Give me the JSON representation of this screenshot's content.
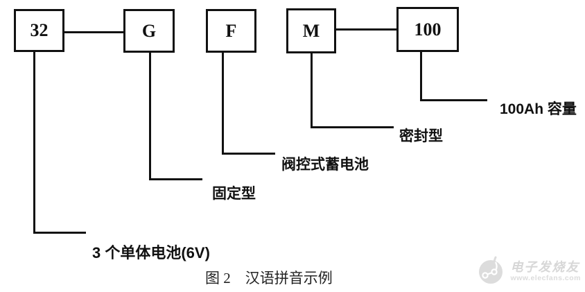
{
  "diagram": {
    "title": "battery model designation diagram",
    "boxes": [
      {
        "code": "32"
      },
      {
        "code": "G"
      },
      {
        "code": "F"
      },
      {
        "code": "M"
      },
      {
        "code": "100"
      }
    ],
    "labels": {
      "capacity": "100Ah 容量",
      "sealed": "密封型",
      "valve": "阀控式蓄电池",
      "fixed": "固定型",
      "cells": "3 个单体电池(6V)"
    },
    "connections": [
      {
        "from": "32",
        "to": "G"
      },
      {
        "from": "M",
        "to": "100"
      }
    ],
    "leader_lines": [
      {
        "box": "32",
        "label": "3 个单体电池(6V)"
      },
      {
        "box": "G",
        "label": "固定型"
      },
      {
        "box": "F",
        "label": "阀控式蓄电池"
      },
      {
        "box": "M",
        "label": "密封型"
      },
      {
        "box": "100",
        "label": "100Ah 容量"
      }
    ],
    "caption": "图 2　汉语拼音示例",
    "colors": {
      "line": "#111111",
      "background": "#ffffff",
      "watermark": "#d9d9d9"
    }
  },
  "watermark": {
    "name": "电子发烧友",
    "url": "www.elecfans.com"
  }
}
